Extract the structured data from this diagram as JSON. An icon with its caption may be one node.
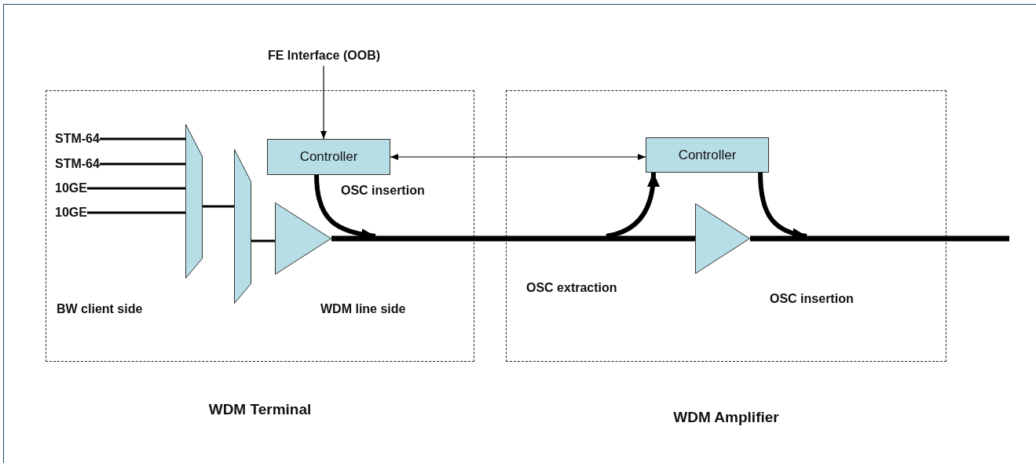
{
  "diagram": {
    "nodes": [
      {
        "text": [
          "WDM Terminal"
        ]
      },
      {
        "text": [
          "STM-64"
        ],
        "in": 0
      },
      {
        "text": [
          "STM-64"
        ],
        "in": 0
      },
      {
        "text": [
          "10GE"
        ],
        "in": 0
      },
      {
        "text": [
          "10GE"
        ],
        "in": 0
      },
      {
        "text": [],
        "shape": "trapezoid",
        "in": 0
      },
      {
        "text": [],
        "shape": "trapezoid",
        "in": 0
      },
      {
        "text": [],
        "shape": "triangle",
        "in": 0
      },
      {
        "text": [
          "Controller"
        ],
        "in": 0
      },
      {
        "text": [
          "FE Interface (OOB)"
        ]
      },
      {
        "text": [
          "WDM Amplifier"
        ]
      },
      {
        "text": [
          "Controller"
        ],
        "in": 10
      },
      {
        "text": [],
        "shape": "triangle",
        "in": 10
      }
    ],
    "edges": [
      {
        "from": 1,
        "to": 5,
        "arrow": "none"
      },
      {
        "from": 2,
        "to": 5,
        "arrow": "none"
      },
      {
        "from": 3,
        "to": 5,
        "arrow": "none"
      },
      {
        "from": 4,
        "to": 5,
        "arrow": "none"
      },
      {
        "from": 5,
        "to": 6,
        "arrow": "none"
      },
      {
        "from": 6,
        "to": 7,
        "arrow": "none"
      },
      {
        "from": 9,
        "to": 8,
        "arrow": "to"
      },
      {
        "from": 8,
        "to": 11,
        "arrow": "both"
      },
      {
        "from": 7,
        "to": 12,
        "arrow": "none",
        "style": "thick"
      },
      {
        "from": 12,
        "to": null,
        "arrow": "none",
        "style": "thick"
      },
      {
        "from": 8,
        "to": null,
        "arrow": "to",
        "style": "thick",
        "label": "OSC insertion"
      },
      {
        "from": null,
        "to": 11,
        "arrow": "to",
        "style": "thick",
        "label": "OSC extraction"
      },
      {
        "from": 11,
        "to": null,
        "arrow": "to",
        "style": "thick",
        "label": "OSC insertion"
      }
    ],
    "labels": [
      "BW client side",
      "WDM line side"
    ]
  }
}
